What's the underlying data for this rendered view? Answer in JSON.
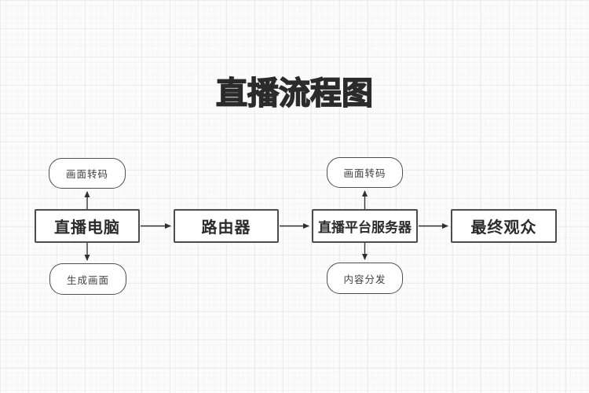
{
  "title": "直播流程图",
  "colors": {
    "node_border": "#4d4d4d",
    "node_fill": "#ffffff",
    "rect_label_text": "#2b2b2b",
    "pill_label_text": "#3f3f3f",
    "arrow": "#333333",
    "background": "#fcfcfc",
    "grid_line_major": "#ececec",
    "grid_line_minor": "#f5f5f5"
  },
  "flowchart": {
    "nodes": {
      "computer": {
        "label": "直播电脑",
        "shape": "rectangle"
      },
      "router": {
        "label": "路由器",
        "shape": "rectangle"
      },
      "server": {
        "label": "直播平台服务器",
        "shape": "rectangle"
      },
      "audience": {
        "label": "最终观众",
        "shape": "rectangle"
      },
      "transcode_left": {
        "label": "画面转码",
        "shape": "rounded"
      },
      "generate_frame": {
        "label": "生成画面",
        "shape": "rounded"
      },
      "transcode_right": {
        "label": "画面转码",
        "shape": "rounded"
      },
      "content_distribution": {
        "label": "内容分发",
        "shape": "rounded"
      }
    },
    "edges": [
      {
        "from": "直播电脑",
        "to": "画面转码",
        "direction": "up"
      },
      {
        "from": "直播电脑",
        "to": "生成画面",
        "direction": "down"
      },
      {
        "from": "直播电脑",
        "to": "路由器",
        "direction": "right"
      },
      {
        "from": "路由器",
        "to": "直播平台服务器",
        "direction": "right"
      },
      {
        "from": "直播平台服务器",
        "to": "画面转码",
        "direction": "up"
      },
      {
        "from": "直播平台服务器",
        "to": "内容分发",
        "direction": "down"
      },
      {
        "from": "直播平台服务器",
        "to": "最终观众",
        "direction": "right"
      }
    ]
  }
}
